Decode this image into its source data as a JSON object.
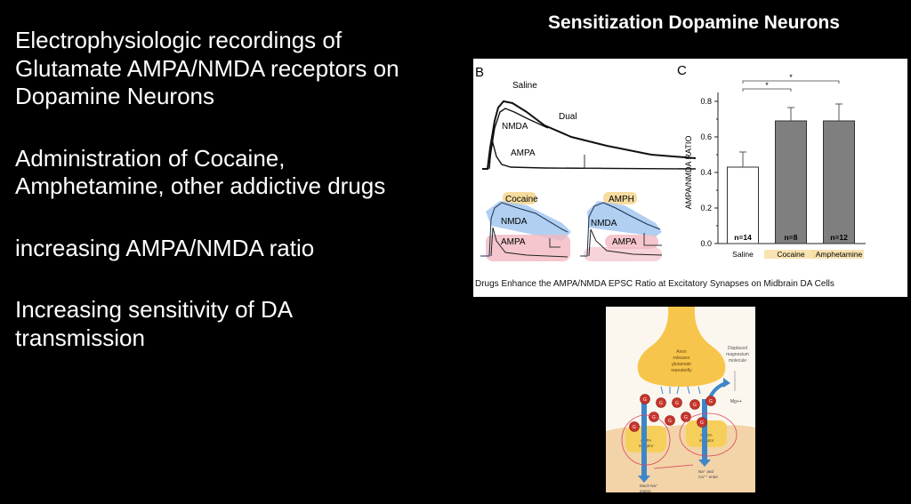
{
  "slide": {
    "title": "Sensitization Dopamine Neurons",
    "bullets": [
      "Electrophysiologic recordings of Glutamate AMPA/NMDA receptors on Dopamine Neurons",
      "Administration of Cocaine, Amphetamine, other addictive drugs",
      "increasing AMPA/NMDA ratio",
      "Increasing sensitivity of DA transmission"
    ]
  },
  "figure": {
    "caption": "Drugs Enhance the AMPA/NMDA EPSC Ratio at Excitatory Synapses on Midbrain DA Cells",
    "panel_b": {
      "label": "B",
      "top_traces": {
        "saline": "Saline",
        "dual": "Dual",
        "nmda": "NMDA",
        "ampa": "AMPA"
      },
      "cocaine_traces": {
        "title": "Cocaine",
        "nmda": "NMDA",
        "ampa": "AMPA"
      },
      "amph_traces": {
        "title": "AMPH",
        "nmda": "NMDA",
        "ampa": "AMPA"
      },
      "colors": {
        "nmda_highlight": "#9cc3ee",
        "ampa_highlight": "#f2b8c0",
        "title_highlight": "#f7dca0"
      }
    },
    "panel_c": {
      "label": "C"
    }
  },
  "chart_data": {
    "type": "bar",
    "title": "",
    "xlabel": "",
    "ylabel": "AMPA/NMDA RATIO",
    "ylim": [
      0,
      0.85
    ],
    "yticks": [
      "0.0",
      "0.2",
      "0.4",
      "0.6",
      "0.8"
    ],
    "categories": [
      "Saline",
      "Cocaine",
      "Amphetamine"
    ],
    "values": [
      0.43,
      0.69,
      0.69
    ],
    "error": [
      0.085,
      0.075,
      0.095
    ],
    "n_labels": [
      "n=14",
      "n=8",
      "n=12"
    ],
    "bar_colors": [
      "#ffffff",
      "#7f7f7f",
      "#7f7f7f"
    ],
    "significance": [
      {
        "from": "Saline",
        "to": "Cocaine",
        "label": "*"
      },
      {
        "from": "Saline",
        "to": "Amphetamine",
        "label": "*"
      }
    ],
    "grid": false,
    "legend": "none"
  },
  "synapse": {
    "axon_label": "Axon releases glutamate repeatedly",
    "mg_label": "Displaced magnesium molecule",
    "mg_ion": "Mg++",
    "ampa_label": "AMPA receptor",
    "nmda_label": "NMDA receptor",
    "na_label": "Much Na+ enters",
    "naca_label": "Na+ and Ca++ enter",
    "glutamate_glyph": "G",
    "colors": {
      "axon": "#f7c54b",
      "cell": "#f3d3a8",
      "arrow": "#3f86c9",
      "glutamate": "#c8352c",
      "circle": "#d9465a"
    }
  }
}
